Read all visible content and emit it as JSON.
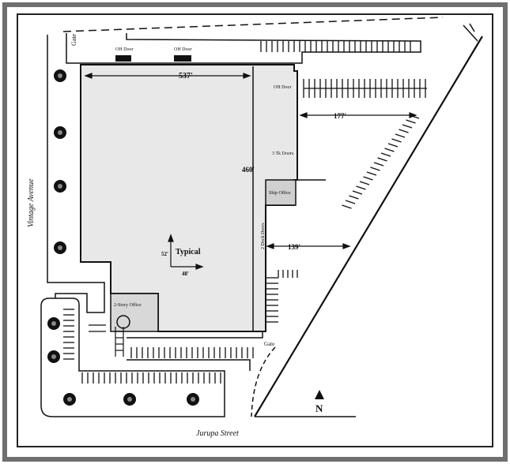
{
  "labels": {
    "gate": "Gate",
    "dock_top_left": "OH Door",
    "dock_top_mid": "OH Door",
    "dock_top_right": "OH Door",
    "truck_doors": "3 Tk Doors",
    "ship_office": "Ship Office",
    "dock_side": "2 Dock Doors",
    "two_story": "2-Story Office",
    "gate_east": "Gate",
    "street_west": "Vintage Avenue",
    "street_south": "Jurupa Street",
    "north": "N"
  },
  "dimensions": {
    "width_top": "537'",
    "depth": "460'",
    "setback_right_upper": "177'",
    "setback_right_lower": "139'",
    "typical_y": "52'",
    "typical_x": "48'",
    "typical_label": "Typical"
  },
  "colors": {
    "line": "#111111",
    "building_fill": "#e8e8e8",
    "paper": "#ffffff",
    "frame_outer": "#6f6f6f"
  }
}
